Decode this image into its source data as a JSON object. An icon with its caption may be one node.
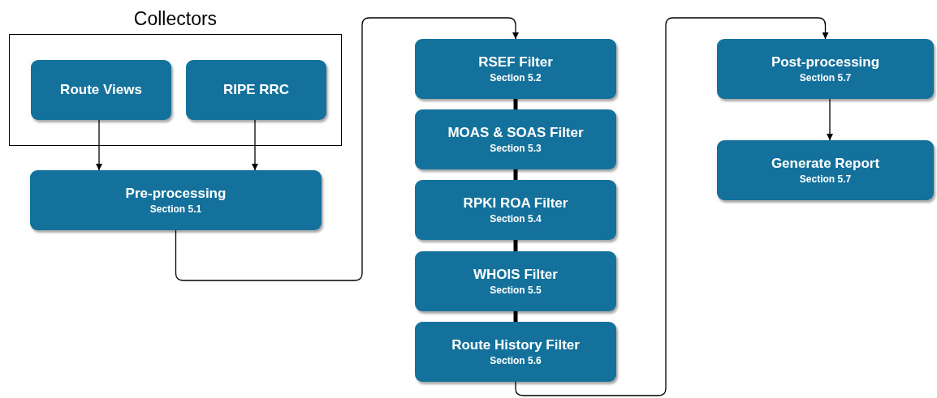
{
  "diagram": {
    "nodes": [
      {
        "text": [
          "Collectors"
        ]
      },
      {
        "text": [
          "Route Views"
        ],
        "in": 0
      },
      {
        "text": [
          "RIPE RRC"
        ],
        "in": 0
      },
      {
        "text": [
          "Pre-processing",
          "Section 5.1"
        ]
      },
      {
        "text": [
          "RSEF Filter",
          "Section 5.2"
        ]
      },
      {
        "text": [
          "MOAS & SOAS Filter",
          "Section 5.3"
        ]
      },
      {
        "text": [
          "RPKI ROA Filter",
          "Section 5.4"
        ]
      },
      {
        "text": [
          "WHOIS Filter",
          "Section 5.5"
        ]
      },
      {
        "text": [
          "Route History Filter",
          "Section 5.6"
        ]
      },
      {
        "text": [
          "Post-processing",
          "Section 5.7"
        ]
      },
      {
        "text": [
          "Generate Report",
          "Section 5.7"
        ]
      }
    ],
    "edges": [
      {
        "from": 1,
        "to": 3,
        "arrow": "to"
      },
      {
        "from": 2,
        "to": 3,
        "arrow": "to"
      },
      {
        "from": 3,
        "to": 4,
        "arrow": "to"
      },
      {
        "from": 4,
        "to": 5,
        "arrow": "none",
        "style": "thick"
      },
      {
        "from": 5,
        "to": 6,
        "arrow": "none",
        "style": "thick"
      },
      {
        "from": 6,
        "to": 7,
        "arrow": "none",
        "style": "thick"
      },
      {
        "from": 7,
        "to": 8,
        "arrow": "none",
        "style": "thick"
      },
      {
        "from": 8,
        "to": 9,
        "arrow": "to"
      },
      {
        "from": 9,
        "to": 10,
        "arrow": "to"
      }
    ]
  }
}
